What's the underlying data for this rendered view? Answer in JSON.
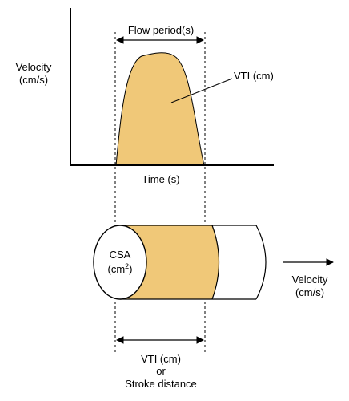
{
  "graph": {
    "y_label_line1": "Velocity",
    "y_label_line2": "(cm/s)",
    "x_label": "Time (s)",
    "flow_period_label": "Flow period(s)",
    "area_label": "VTI (cm)"
  },
  "cylinder": {
    "csa_label": "CSA",
    "csa_unit_open": "(cm",
    "csa_unit_exp": "2",
    "csa_unit_close": ")",
    "velocity_label_line1": "Velocity",
    "velocity_label_line2": "(cm/s)",
    "length_label_line1": "VTI (cm)",
    "length_label_line2": "or",
    "length_label_line3": "Stroke distance"
  },
  "colors": {
    "fill": "#f0c878",
    "stroke": "#000000",
    "background": "#ffffff"
  }
}
